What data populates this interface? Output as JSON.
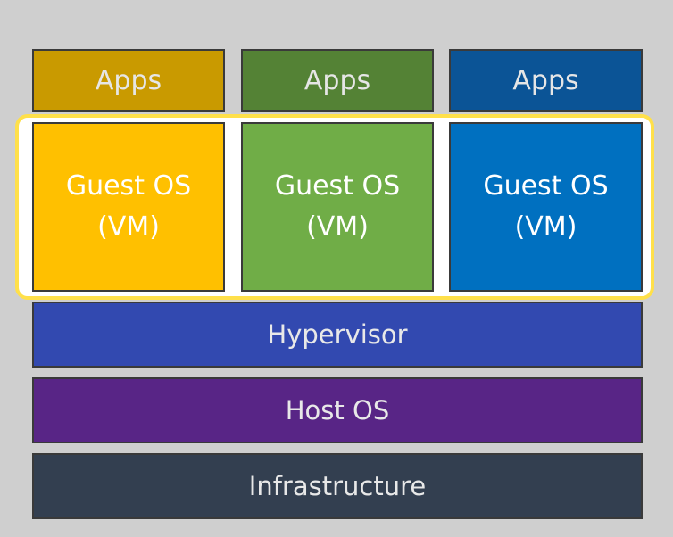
{
  "colors": {
    "background": "#cfcfcf",
    "highlight_border": "#ffe04a",
    "col1_apps": "#c99a00",
    "col1_guest": "#ffc000",
    "col2_apps": "#548235",
    "col2_guest": "#70ad47",
    "col3_apps": "#0b5496",
    "col3_guest": "#0070c0",
    "hypervisor": "#3249b0",
    "host_os": "#582586",
    "infrastructure": "#333f50"
  },
  "columns": [
    {
      "apps_label": "Apps",
      "guest_label": "Guest OS\n(VM)"
    },
    {
      "apps_label": "Apps",
      "guest_label": "Guest OS\n(VM)"
    },
    {
      "apps_label": "Apps",
      "guest_label": "Guest OS\n(VM)"
    }
  ],
  "layers": {
    "hypervisor": "Hypervisor",
    "host_os": "Host OS",
    "infrastructure": "Infrastructure"
  }
}
